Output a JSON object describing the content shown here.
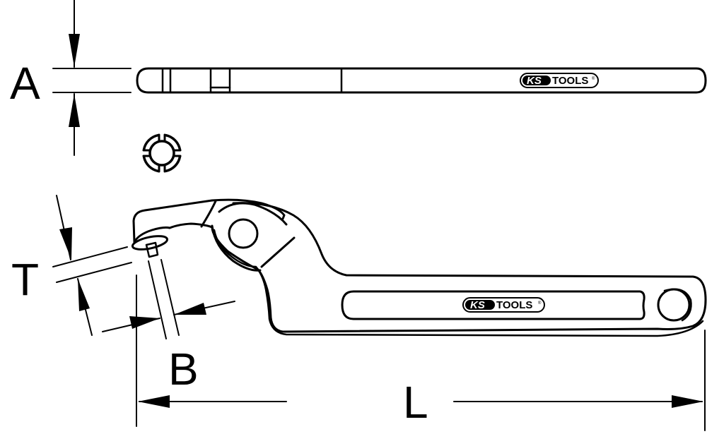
{
  "diagram": {
    "subject": "hook wrench with pin (technical dimension drawing)",
    "stroke_color": "#000000",
    "background_color": "#ffffff",
    "dimensions": {
      "A": {
        "label": "A",
        "meaning": "thickness (side view)"
      },
      "T": {
        "label": "T",
        "meaning": "pin height"
      },
      "B": {
        "label": "B",
        "meaning": "pin diameter"
      },
      "L": {
        "label": "L",
        "meaning": "overall length"
      }
    },
    "logos": {
      "side_view": {
        "brand_left": "KS",
        "brand_right": "TOOLS",
        "mark": "®"
      },
      "front_view": {
        "brand_left": "KS",
        "brand_right": "TOOLS",
        "mark": "®"
      }
    },
    "detail_icon": "slotted-round-nut-icon"
  }
}
